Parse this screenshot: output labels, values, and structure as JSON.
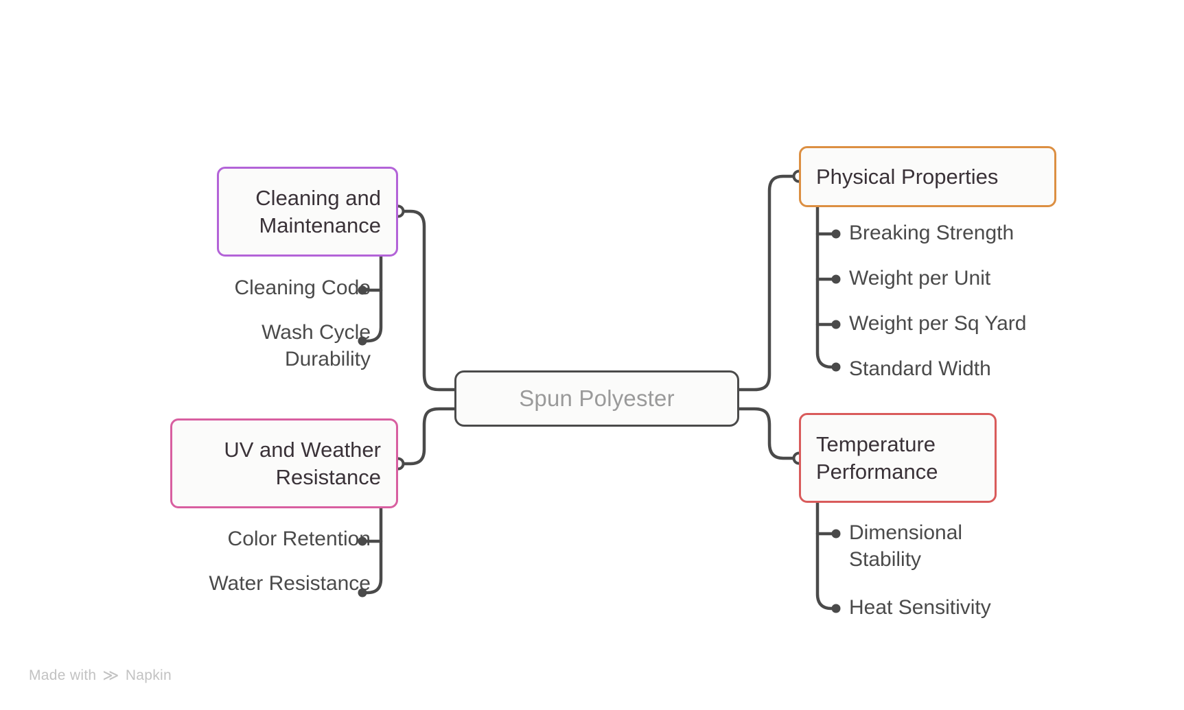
{
  "diagram": {
    "type": "mind-map",
    "center": {
      "label": "Spun Polyester",
      "text_color": "#9a9a9a",
      "border_color": "#4a4a4a"
    },
    "branches": [
      {
        "id": "cleaning",
        "label": "Cleaning and\nMaintenance",
        "side": "left",
        "color": "#b363d8",
        "children": [
          {
            "label": "Cleaning Code"
          },
          {
            "label": "Wash Cycle\nDurability"
          }
        ]
      },
      {
        "id": "uv",
        "label": "UV and Weather\nResistance",
        "side": "left",
        "color": "#d85fa0",
        "children": [
          {
            "label": "Color Retention"
          },
          {
            "label": "Water Resistance"
          }
        ]
      },
      {
        "id": "physical",
        "label": "Physical Properties",
        "side": "right",
        "color": "#dc8f42",
        "children": [
          {
            "label": "Breaking Strength"
          },
          {
            "label": "Weight per Unit"
          },
          {
            "label": "Weight per Sq Yard"
          },
          {
            "label": "Standard Width"
          }
        ]
      },
      {
        "id": "temperature",
        "label": "Temperature\nPerformance",
        "side": "right",
        "color": "#d95b5b",
        "children": [
          {
            "label": "Dimensional\nStability"
          },
          {
            "label": "Heat Sensitivity"
          }
        ]
      }
    ],
    "edge_color": "#4a4a4a",
    "background": "#ffffff"
  },
  "watermark": {
    "prefix": "Made with",
    "logo_glyph": "≫",
    "brand": "Napkin"
  }
}
